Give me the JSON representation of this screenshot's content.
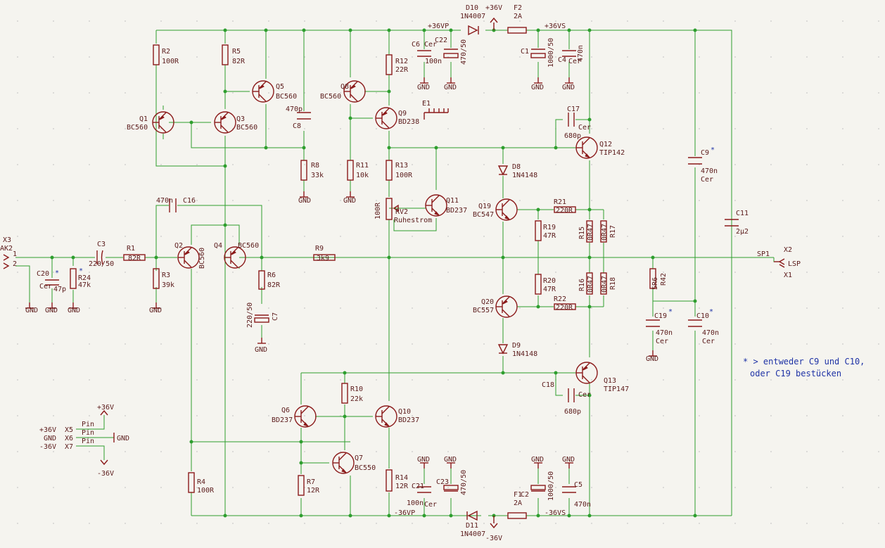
{
  "labels": {
    "x3": "X3",
    "ak2": "AK2",
    "x3_pin1": "1",
    "x3_pin2": "2",
    "c20": "C20",
    "c20_type": "Cer",
    "c20_val": "47p",
    "r24": "R24",
    "r24_val": "47k",
    "c3": "C3",
    "c3_val": "220/50",
    "r1": "R1",
    "r1_val": "82R",
    "r3": "R3",
    "r3_val": "39k",
    "r2": "R2",
    "r2_val": "100R",
    "r5": "R5",
    "r5_val": "82R",
    "q1": "Q1",
    "q1_type": "BC560",
    "q3": "Q3",
    "q3_type": "BC560",
    "q5": "Q5",
    "q5_type": "BC560",
    "q2": "Q2",
    "q2_type": "BC560",
    "q4": "Q4",
    "q4_type": "BC560",
    "c8": "C8",
    "c8_val": "470p",
    "r8": "R8",
    "r8_val": "33k",
    "c16": "C16",
    "c16_val": "470n",
    "r6": "R6",
    "r6_val": "82R",
    "c7": "C7",
    "c7_val": "220/50",
    "r9": "R9",
    "r9_val": "3k9",
    "q8": "Q8",
    "q8_type": "BC560",
    "q9": "Q9",
    "q9_type": "BD238",
    "r12": "R12",
    "r12_val": "22R",
    "r11": "R11",
    "r11_val": "10k",
    "r13": "R13",
    "r13_val": "100R",
    "rv2": "RV2",
    "rv2_val": "100R",
    "rv2_name": "Ruhestrom",
    "q11": "Q11",
    "q11_type": "BD237",
    "e1": "E1",
    "c6": "C6",
    "c6_type": "Cer",
    "c6_val": "100n",
    "c22": "C22",
    "c22_val": "470/50",
    "d10": "D10",
    "d10_type": "1N4007",
    "f2": "F2",
    "f2_val": "2A",
    "c1": "C1",
    "c1_val": "1000/50",
    "c4": "C4",
    "c4_type": "Cer",
    "c4_val": "470n",
    "c17": "C17",
    "c17_type": "Cer",
    "c17_val": "680p",
    "q12": "Q12",
    "q12_type": "TIP142",
    "d8": "D8",
    "d8_type": "1N4148",
    "q19": "Q19",
    "q19_type": "BC547",
    "r21": "R21",
    "r21_val": "220R",
    "r19": "R19",
    "r19_val": "47R",
    "r15": "R15",
    "r15_val": "0R47",
    "r17": "R17",
    "r17_val": "0R47",
    "r20": "R20",
    "r20_val": "47R",
    "r16": "R16",
    "r16_val": "0R47",
    "r18": "R18",
    "r18_val": "0R47",
    "q20": "Q20",
    "q20_type": "BC557",
    "r22": "R22",
    "r22_val": "220R",
    "d9": "D9",
    "d9_type": "1N4148",
    "q13": "Q13",
    "q13_type": "TIP147",
    "c18": "C18",
    "c18_type": "Cer",
    "c18_val": "680p",
    "c9": "C9",
    "c9_val": "470n",
    "c9_type": "Cer",
    "c11": "C11",
    "c11_val": "2µ2",
    "r42": "R42",
    "r42_val": "5R6",
    "c19": "C19",
    "c19_val": "470n",
    "c19_type": "Cer",
    "c10": "C10",
    "c10_val": "470n",
    "c10_type": "Cer",
    "sp1": "SP1",
    "x2": "X2",
    "x1": "X1",
    "lsp": "LSP",
    "q6": "Q6",
    "q6_type": "BD237",
    "q10": "Q10",
    "q10_type": "BD237",
    "r10": "R10",
    "r10_val": "22k",
    "q7": "Q7",
    "q7_type": "BC550",
    "r7": "R7",
    "r7_val": "12R",
    "r4": "R4",
    "r4_val": "100R",
    "r14": "R14",
    "r14_val": "12R",
    "c21": "C21",
    "c21_type": "Cer",
    "c21_val": "100n",
    "c23": "C23",
    "c23_val": "470/50",
    "d11": "D11",
    "d11_type": "1N4007",
    "f1": "F1",
    "f1_val": "2A",
    "c2": "C2",
    "c2_val": "1000/50",
    "c5": "C5",
    "c5_val": "470n",
    "x5": "X5",
    "x6": "X6",
    "x7": "X7",
    "pin": "Pin",
    "conn_p36": "+36V",
    "conn_gnd": "GND",
    "conn_m36": "-36V"
  },
  "nets": {
    "gnd": "GND",
    "p36v": "+36V",
    "p36vp": "+36VP",
    "p36vs": "+36VS",
    "m36v": "-36V",
    "m36vp": "-36VP",
    "m36vs": "-36VS"
  },
  "star": "*",
  "note": {
    "line1": "* > entweder C9 und C10,",
    "line2": "oder C19 bestücken"
  },
  "colors": {
    "wire": "#2e9e2e",
    "component": "#8b1a1a",
    "text": "#5a1a1a",
    "note": "#1f33a6",
    "background": "#f5f4ef"
  }
}
